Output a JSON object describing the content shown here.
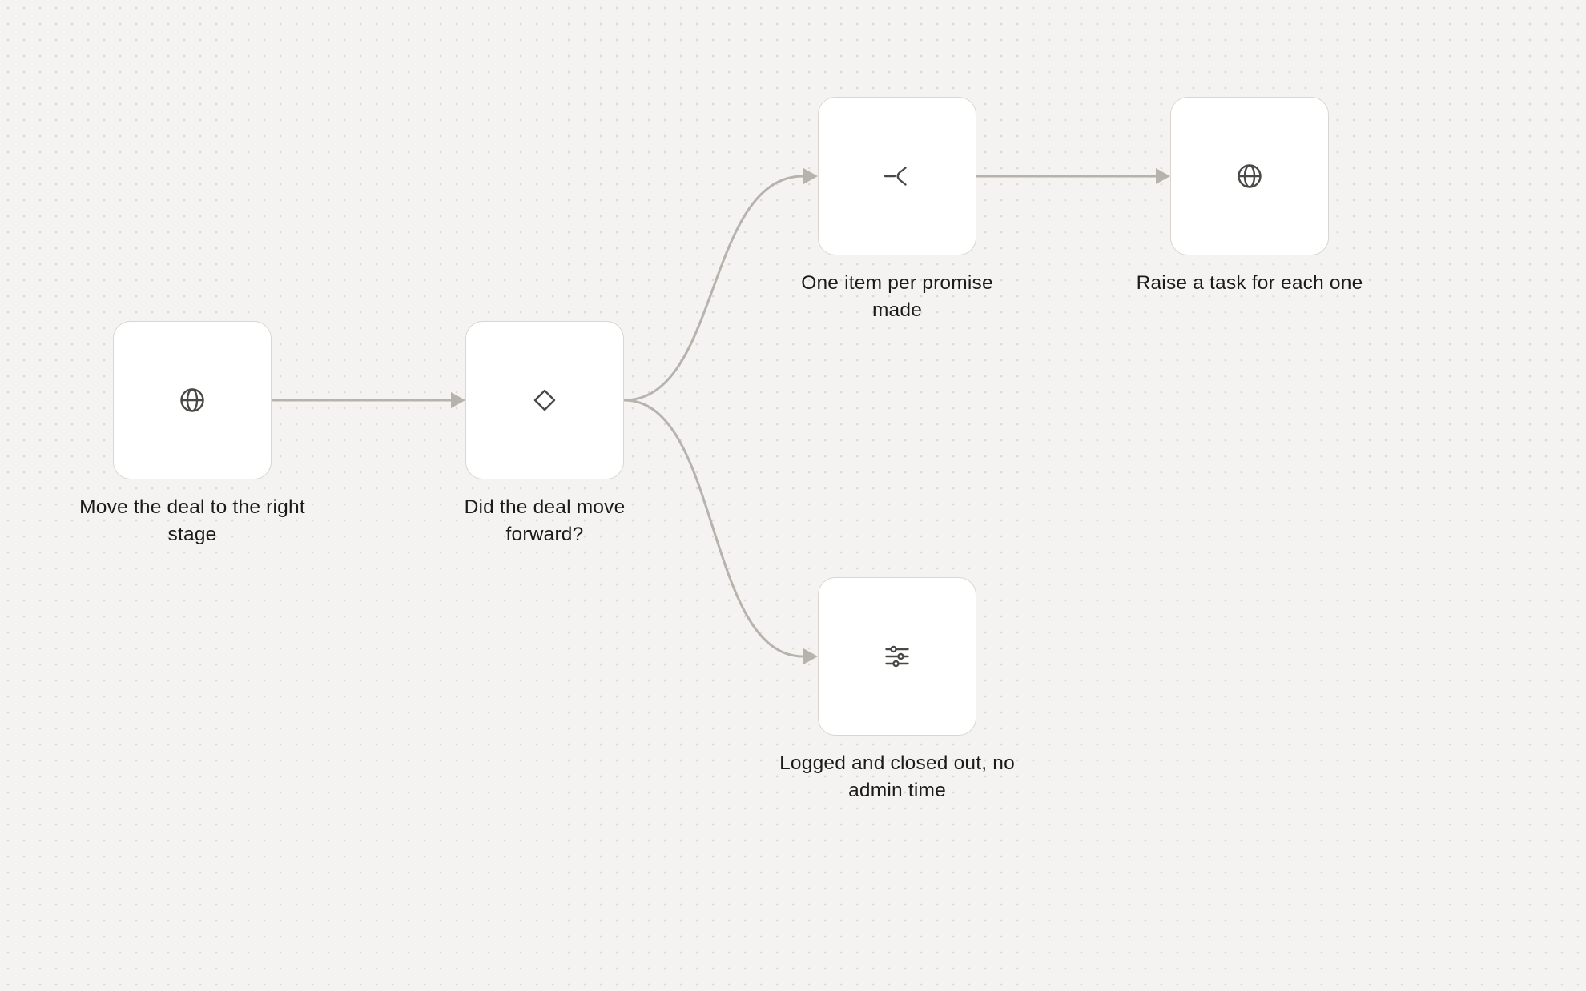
{
  "nodes": [
    {
      "id": "move-deal",
      "icon": "globe-icon",
      "label": "Move the deal to the right stage"
    },
    {
      "id": "deal-forward",
      "icon": "diamond-icon",
      "label": "Did the deal move forward?"
    },
    {
      "id": "item-per-promise",
      "icon": "split-icon",
      "label": "One item per promise made"
    },
    {
      "id": "raise-task",
      "icon": "globe-icon",
      "label": "Raise a task for each one"
    },
    {
      "id": "logged-closed",
      "icon": "sliders-icon",
      "label": "Logged and closed out, no admin time"
    }
  ],
  "edges": [
    {
      "from": "move-deal",
      "to": "deal-forward"
    },
    {
      "from": "deal-forward",
      "to": "item-per-promise"
    },
    {
      "from": "item-per-promise",
      "to": "raise-task"
    },
    {
      "from": "deal-forward",
      "to": "logged-closed"
    }
  ],
  "colors": {
    "background": "#f4f3f1",
    "node_border": "#d9d6d1",
    "connector": "#b6b2ac",
    "icon": "#4a4845",
    "label": "#1c1b1a"
  }
}
